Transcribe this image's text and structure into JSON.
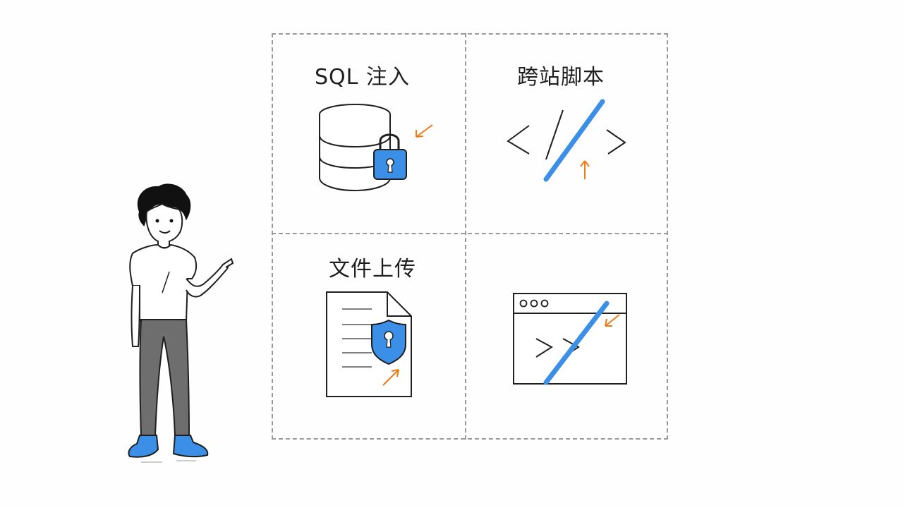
{
  "cells": [
    {
      "id": "sql-injection",
      "title": "SQL 注入",
      "icon": "database-lock-icon"
    },
    {
      "id": "xss",
      "title": "跨站脚本",
      "icon": "code-tag-slash-icon"
    },
    {
      "id": "file-upload",
      "title": "文件上传",
      "icon": "document-shield-icon"
    },
    {
      "id": "command",
      "title": "",
      "icon": "terminal-window-icon"
    }
  ],
  "colors": {
    "ink": "#1f1f1f",
    "accent_blue": "#3b8fe6",
    "accent_orange": "#f07a14",
    "pants_gray": "#6e6e6e",
    "dashed_border": "#9a9a9a"
  },
  "figure": {
    "icon": "person-pointing-icon"
  }
}
